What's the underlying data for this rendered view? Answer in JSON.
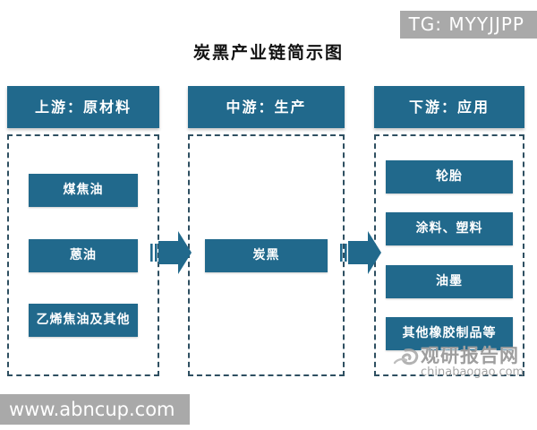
{
  "tg_badge": {
    "label": "TG: MYYJJPP"
  },
  "title": "炭黑产业链简示图",
  "columns": [
    {
      "header": "上游：原材料",
      "items": [
        "煤焦油",
        "蒽油",
        "乙烯焦油及其他"
      ]
    },
    {
      "header": "中游：生产",
      "items": [
        "炭黑"
      ]
    },
    {
      "header": "下游：应用",
      "items": [
        "轮胎",
        "涂料、塑料",
        "油墨",
        "其他橡胶制品等"
      ]
    }
  ],
  "watermark": {
    "site_name": "观研报告网",
    "site_domain": "chinabaogao.com"
  },
  "footer_badge": {
    "label": "www.abncup.com"
  },
  "colors": {
    "box_teal": "#21698C",
    "badge_gray": "#A9A9A9",
    "dash_border": "#2E4F61",
    "watermark_gray": "#9E9E9E"
  }
}
